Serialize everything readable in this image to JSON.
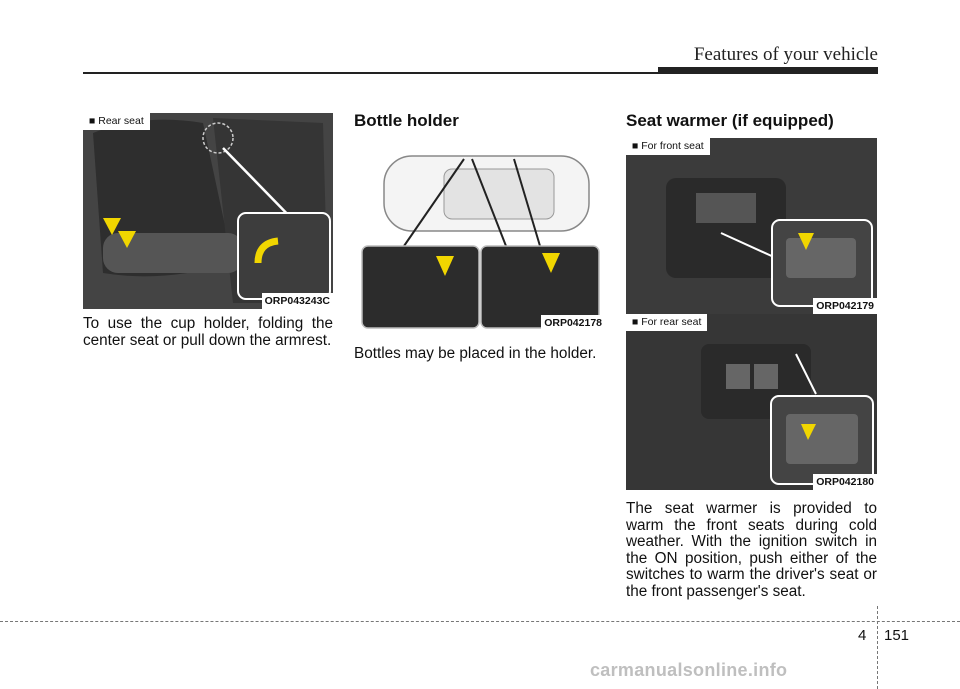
{
  "header": {
    "title": "Features of your vehicle"
  },
  "columns": [
    {
      "figure": {
        "tag": "■ Rear seat",
        "code": "ORP043243C"
      },
      "text": "To use the cup holder, folding the center seat or pull down the armrest."
    },
    {
      "title": "Bottle holder",
      "figure": {
        "code": "ORP042178"
      },
      "text": "Bottles may be placed in the holder."
    },
    {
      "title": "Seat warmer (if equipped)",
      "figures": [
        {
          "tag": "■ For front seat",
          "code": "ORP042179"
        },
        {
          "tag": "■ For rear seat",
          "code": "ORP042180"
        }
      ],
      "text": "The seat warmer is provided to warm the front seats during cold weather. With the ignition switch in the ON position, push either of the switches to warm the driver's seat or the front passenger's seat."
    }
  ],
  "footer": {
    "chapter": "4",
    "page": "151"
  },
  "watermark": "carmanualsonline.info"
}
